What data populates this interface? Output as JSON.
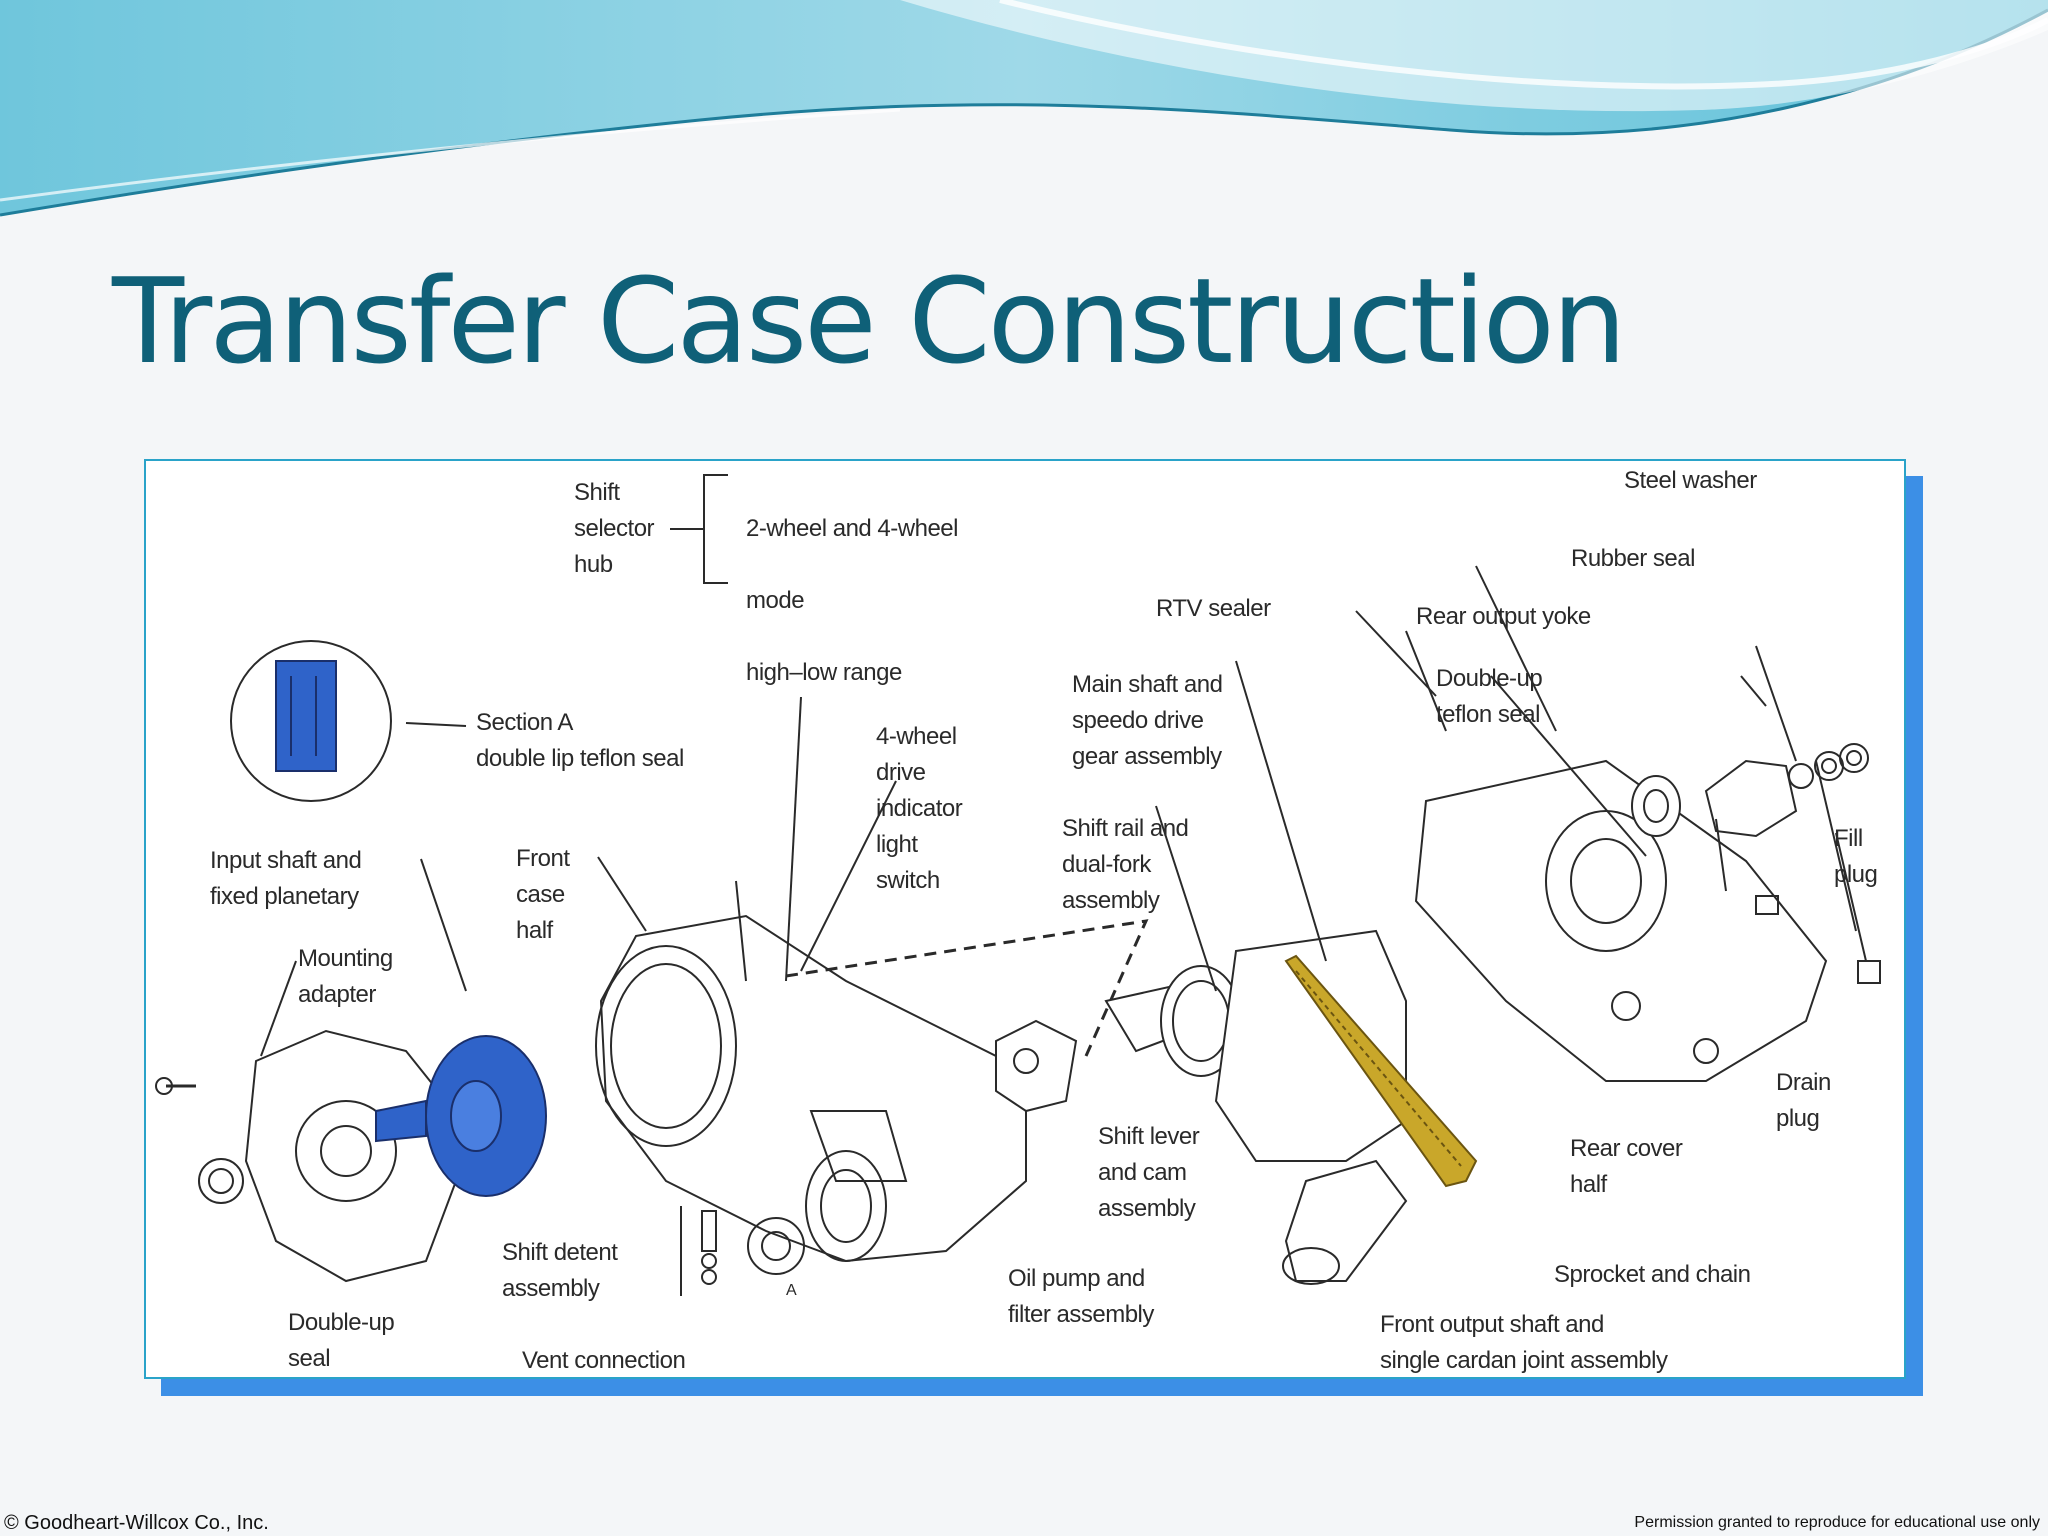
{
  "slide": {
    "title": "Transfer Case Construction",
    "copyright": "© Goodheart-Willcox Co., Inc.",
    "permission": "Permission granted to reproduce for educational use only"
  },
  "colors": {
    "title": "#0f6078",
    "wave_light": "#a8dde9",
    "wave_mid": "#5fc0d8",
    "wave_dark": "#1e7d9a",
    "frame_border": "#2aa3c9",
    "frame_shadow": "#3c8fe6",
    "highlight_blue": "#2f63c9",
    "highlight_gold": "#c9a72a"
  },
  "diagram": {
    "shift_selector": {
      "label": "Shift\nselector\nhub",
      "modes": [
        "2-wheel and 4-wheel",
        "mode",
        "high–low range"
      ]
    },
    "labels": {
      "steel_washer": "Steel washer",
      "rubber_seal": "Rubber seal",
      "rtv_sealer": "RTV sealer",
      "rear_output_yoke": "Rear output yoke",
      "double_up_teflon_seal": "Double-up\nteflon seal",
      "main_shaft": "Main shaft and\nspeedo drive\ngear assembly",
      "section_a": "Section A\ndouble lip teflon seal",
      "four_wheel_switch": "4-wheel\ndrive\nindicator\nlight\nswitch",
      "shift_rail": "Shift rail and\ndual-fork\nassembly",
      "fill_plug": "Fill\nplug",
      "input_shaft": "Input shaft and\nfixed planetary",
      "front_case_half": "Front\ncase\nhalf",
      "mounting_adapter": "Mounting\nadapter",
      "drain_plug": "Drain\nplug",
      "shift_lever": "Shift lever\nand cam\nassembly",
      "rear_cover_half": "Rear cover\nhalf",
      "shift_detent": "Shift detent\nassembly",
      "oil_pump": "Oil pump and\nfilter assembly",
      "sprocket_chain": "Sprocket and chain",
      "double_up_seal": "Double-up\nseal",
      "vent_connection": "Vent connection",
      "front_output_shaft": "Front output shaft and\nsingle cardan joint assembly",
      "section_marker": "A"
    }
  }
}
